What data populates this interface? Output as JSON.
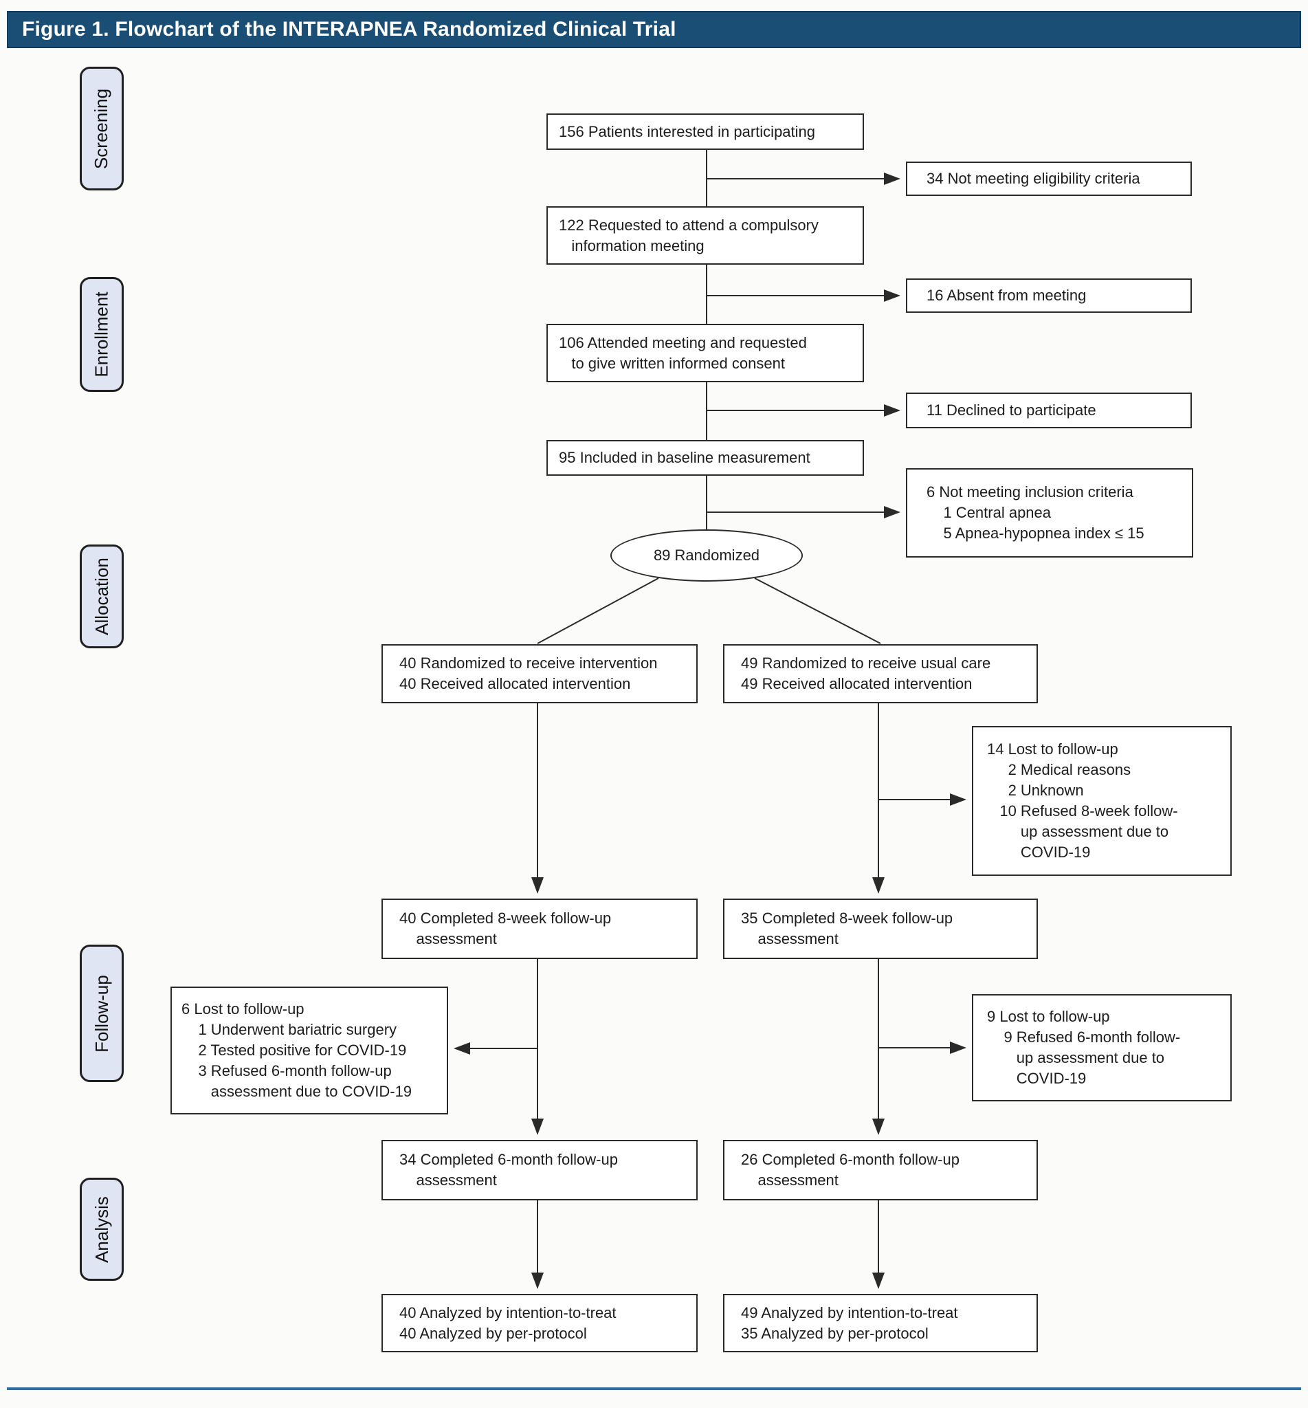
{
  "header": {
    "title": "Figure 1. Flowchart of the INTERAPNEA Randomized Clinical Trial"
  },
  "colors": {
    "header_bg": "#1b4e74",
    "stage_fill": "#dfe5f2",
    "divider": "#2e6da4",
    "box_border": "#2a2a2a",
    "text": "#1c1c1c"
  },
  "stages": [
    {
      "label": "Screening"
    },
    {
      "label": "Enrollment"
    },
    {
      "label": "Allocation"
    },
    {
      "label": "Follow-up"
    },
    {
      "label": "Analysis"
    }
  ],
  "nodes": {
    "interested": "156 Patients interested in participating",
    "not_eligible": "34 Not meeting eligibility criteria",
    "requested_meeting": "122 Requested to attend a compulsory\n   information meeting",
    "absent": "16 Absent from meeting",
    "attended": "106 Attended meeting and requested\n   to give written informed consent",
    "declined": "11 Declined to participate",
    "baseline": "95 Included in baseline measurement",
    "not_inclusion": "6 Not meeting inclusion criteria\n    1 Central apnea\n    5 Apnea-hypopnea index ≤ 15",
    "randomized": "89 Randomized",
    "alloc_intervention": "40 Randomized to receive intervention\n40 Received allocated intervention",
    "alloc_usual": "49 Randomized to receive usual care\n49 Received allocated intervention",
    "lost_8week_usual": "14 Lost to follow-up\n     2 Medical reasons\n     2 Unknown\n   10 Refused 8-week follow-\n        up assessment due to\n        COVID-19",
    "completed_8week_intervention": "40 Completed 8-week follow-up\n    assessment",
    "completed_8week_usual": "35 Completed 8-week follow-up\n    assessment",
    "lost_6month_intervention": "6 Lost to follow-up\n    1 Underwent bariatric surgery\n    2 Tested positive for COVID-19\n    3 Refused 6-month follow-up\n       assessment due to COVID-19",
    "lost_6month_usual": "9 Lost to follow-up\n    9 Refused 6-month follow-\n       up assessment due to\n       COVID-19",
    "completed_6month_intervention": "34 Completed 6-month follow-up\n    assessment",
    "completed_6month_usual": "26 Completed 6-month follow-up\n    assessment",
    "analyzed_intervention": "40 Analyzed by intention-to-treat\n40 Analyzed by per-protocol",
    "analyzed_usual": "49 Analyzed by intention-to-treat\n35 Analyzed by per-protocol"
  }
}
